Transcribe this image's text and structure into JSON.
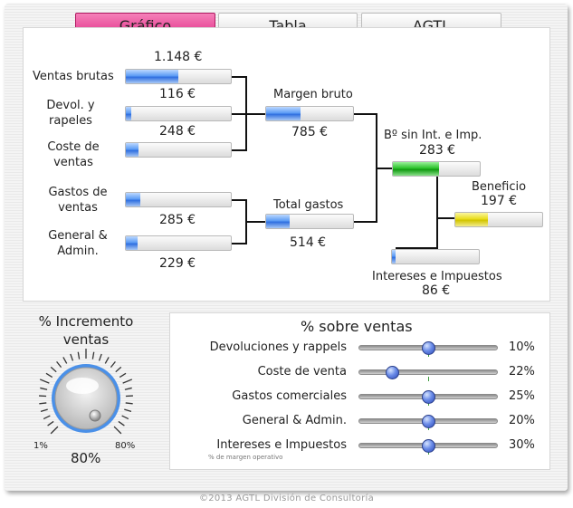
{
  "tabs": [
    {
      "label": "Gráfico",
      "active": true
    },
    {
      "label": "Tabla",
      "active": false
    },
    {
      "label": "AGTL",
      "active": false
    }
  ],
  "chart": {
    "ventas_brutas": {
      "label": "Ventas brutas",
      "value": "1.148 €",
      "fill_pct": 50
    },
    "devoluciones": {
      "label_line1": "Devol. y",
      "label_line2": "rapeles",
      "value": "116 €",
      "fill_pct": 5
    },
    "coste_ventas": {
      "label_line1": "Coste de",
      "label_line2": "ventas",
      "value": "248 €",
      "fill_pct": 12
    },
    "gastos_ventas": {
      "label_line1": "Gastos de",
      "label_line2": "ventas",
      "value": "285 €",
      "fill_pct": 14
    },
    "general_admin": {
      "label_line1": "General &",
      "label_line2": "Admin.",
      "value": "229 €",
      "fill_pct": 11
    },
    "margen_bruto": {
      "label": "Margen bruto",
      "value": "785 €",
      "fill_pct": 40
    },
    "total_gastos": {
      "label": "Total gastos",
      "value": "514 €",
      "fill_pct": 27
    },
    "bai": {
      "label": "Bº sin Int. e Imp.",
      "value": "283 €",
      "fill_pct": 53
    },
    "beneficio": {
      "label": "Beneficio",
      "value": "197 €",
      "fill_pct": 37
    },
    "intereses": {
      "label": "Intereses e Impuestos",
      "value": "86 €",
      "fill_pct": 4
    }
  },
  "increment": {
    "title_line1": "% Incremento",
    "title_line2": "ventas",
    "min_label": "1%",
    "max_label": "80%",
    "value_label": "80%"
  },
  "sliders": {
    "title": "% sobre ventas",
    "note": "% de margen operativo",
    "items": [
      {
        "label": "Devoluciones y rappels",
        "value": "10%",
        "pos": 0.5
      },
      {
        "label": "Coste de venta",
        "value": "22%",
        "pos": 0.24
      },
      {
        "label": "Gastos comerciales",
        "value": "25%",
        "pos": 0.5
      },
      {
        "label": "General & Admin.",
        "value": "20%",
        "pos": 0.5
      },
      {
        "label": "Intereses e Impuestos",
        "value": "30%",
        "pos": 0.5
      }
    ]
  },
  "footer": "©2013 AGTL División de Consultoría",
  "colors": {
    "tab_active": "#e02a87",
    "bar_blue": "#2f6fe0",
    "bar_green": "#119a11",
    "bar_yellow": "#d2c400"
  }
}
